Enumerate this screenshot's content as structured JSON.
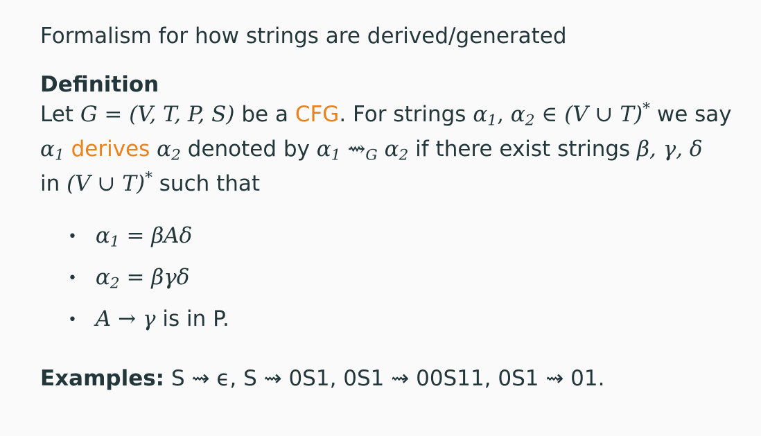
{
  "intro": "Formalism for how strings are derived/generated",
  "definition": {
    "title": "Definition",
    "line1": {
      "let": "Let",
      "grammar": "G = (V, T, P, S)",
      "be_a": "be a",
      "cfg": "CFG",
      "for_strings": ". For strings",
      "alpha1": "α",
      "alpha1_sub": "1",
      "comma": ",",
      "alpha2": "α",
      "alpha2_sub": "2",
      "in": "∈ (V ∪ T)",
      "star": "*",
      "we_say": "we say"
    },
    "line2": {
      "alpha1": "α",
      "alpha1_sub": "1",
      "derives": "derives",
      "alpha2": "α",
      "alpha2_sub": "2",
      "denoted_by": "denoted by",
      "d_alpha1": "α",
      "d_alpha1_sub": "1",
      "arrow": "⇝",
      "arrow_sub": "G",
      "d_alpha2": "α",
      "d_alpha2_sub": "2",
      "if_exist": "if there exist strings",
      "vars": "β, γ, δ"
    },
    "line3": {
      "in": "in",
      "set": "(V ∪ T)",
      "star": "*",
      "such_that": "such that"
    }
  },
  "bullets": [
    {
      "lhs": "α",
      "lhs_sub": "1",
      "eq": "=",
      "rhs": "βAδ",
      "tail": ""
    },
    {
      "lhs": "α",
      "lhs_sub": "2",
      "eq": "=",
      "rhs": "βγδ",
      "tail": ""
    },
    {
      "lhs": "A",
      "lhs_sub": "",
      "eq": "→",
      "rhs": "γ",
      "tail": "is in P."
    }
  ],
  "examples": {
    "label": "Examples:",
    "text": "S ⇝ ϵ, S ⇝ 0S1, 0S1 ⇝ 00S11, 0S1 ⇝ 01."
  }
}
